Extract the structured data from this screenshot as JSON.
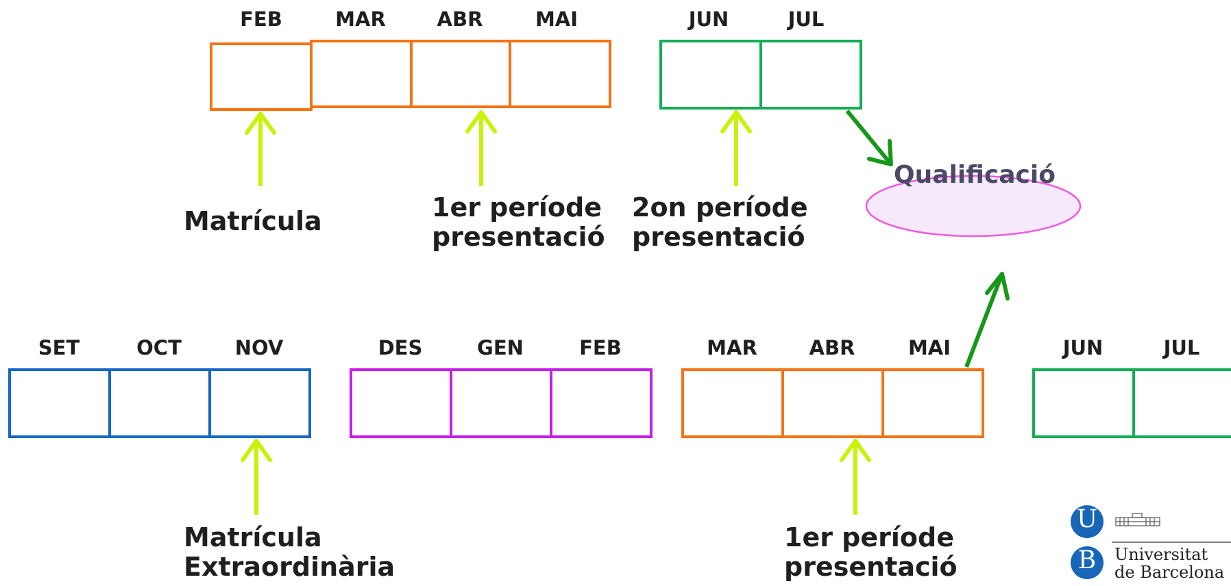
{
  "colors": {
    "orange": "#f47314",
    "green": "#13ad55",
    "blue": "#1568c6",
    "purple": "#c61ee8",
    "lime_arrow": "#c8f20a",
    "dark_green_arrow": "#17981a",
    "ellipse_border": "#ef5be0",
    "ellipse_fill": "#f6e9fb",
    "logo_blue": "#1766b8"
  },
  "timeline_top": {
    "orange_group": [
      "FEB",
      "MAR",
      "ABR",
      "MAI"
    ],
    "green_group": [
      "JUN",
      "JUL"
    ]
  },
  "timeline_bottom": {
    "blue_group": [
      "SET",
      "OCT",
      "NOV"
    ],
    "purple_group": [
      "DES",
      "GEN",
      "FEB"
    ],
    "orange_group": [
      "MAR",
      "ABR",
      "MAI"
    ],
    "green_group": [
      "JUN",
      "JUL"
    ]
  },
  "labels": {
    "matricula": "Matrícula",
    "first_period_line1": "1er període",
    "first_period_line2": "presentació",
    "second_period_line1": "2on període",
    "second_period_line2": "presentació",
    "qualificacio": "Qualificació",
    "matricula_extra_line1": "Matrícula",
    "matricula_extra_line2": "Extraordinària",
    "bottom_first_period_line1": "1er període",
    "bottom_first_period_line2": "presentació"
  },
  "logo": {
    "letter_top": "U",
    "letter_bottom": "B",
    "line1": "Universitat",
    "line2": "de Barcelona"
  }
}
